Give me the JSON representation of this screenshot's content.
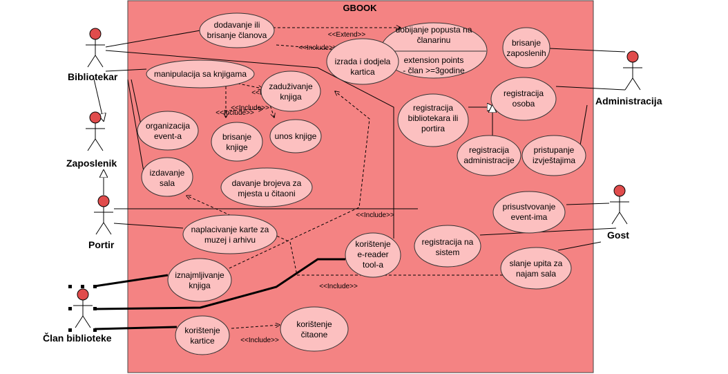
{
  "system": {
    "title": "GBOOK",
    "fill": "#f48383",
    "usecase_fill": "#fcc0c0"
  },
  "actors": {
    "bibliotekar": "Bibliotekar",
    "zaposlenik": "Zaposlenik",
    "portir": "Portir",
    "clan": "Član biblioteke",
    "administracija": "Administracija",
    "gost": "Gost"
  },
  "usecases": {
    "dodavanje": [
      "dodavanje ili",
      "brisanje članova"
    ],
    "popust": [
      "dobijanje popusta na",
      "članarinu"
    ],
    "popust_ext_title": "extension points",
    "popust_ext_value": "- član >=3godine",
    "izrada": [
      "izrada i dodjela",
      "kartica"
    ],
    "manipulacija": [
      "manipulacija sa knjigama"
    ],
    "zaduzivanje": [
      "zaduživanje",
      "knjiga"
    ],
    "brisanje_knjige": [
      "brisanje",
      "knjige"
    ],
    "unos": [
      "unos knjige"
    ],
    "organizacija": [
      "organizacija",
      "event-a"
    ],
    "izdavanje": [
      "izdavanje",
      "sala"
    ],
    "davanje": [
      "davanje brojeva za",
      "mjesta u čitaoni"
    ],
    "naplacivanje": [
      "naplacivanje karte za",
      "muzej i arhivu"
    ],
    "iznajmljivanje": [
      "iznajmljivanje",
      "knjiga"
    ],
    "ereader": [
      "korištenje",
      "e-reader",
      "tool-a"
    ],
    "kartice": [
      "korištenje",
      "kartice"
    ],
    "citaone": [
      "korištenje",
      "čitaone"
    ],
    "brisanje_zap": [
      "brisanje",
      "zaposlenih"
    ],
    "reg_osoba": [
      "registracija",
      "osoba"
    ],
    "reg_bib": [
      "registracija",
      "bibliotekara ili",
      "portira"
    ],
    "reg_admin": [
      "registracija",
      "administracije"
    ],
    "pristupanje": [
      "pristupanje",
      "izvještajima"
    ],
    "prisustvovanje": [
      "prisustvovanje",
      "event-ima"
    ],
    "reg_sistem": [
      "registracija na",
      "sistem"
    ],
    "slanje": [
      "slanje upita za",
      "najam sala"
    ]
  },
  "stereotypes": {
    "include": "<<Include>>",
    "extend": "<<Extend>>"
  }
}
